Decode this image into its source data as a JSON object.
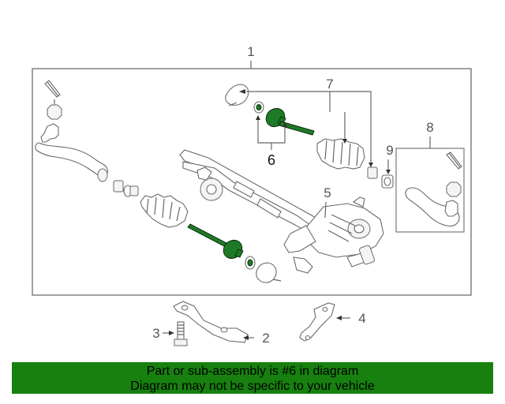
{
  "callouts": {
    "c1": "1",
    "c2": "2",
    "c3": "3",
    "c4": "4",
    "c5": "5",
    "c6": "6",
    "c7": "7",
    "c8": "8",
    "c9": "9"
  },
  "banner": {
    "line1": "Part or sub-assembly is #6 in diagram",
    "line2": "Diagram may not be specific to your vehicle",
    "background": "#17800f"
  },
  "highlight_color": "#1f7a26"
}
